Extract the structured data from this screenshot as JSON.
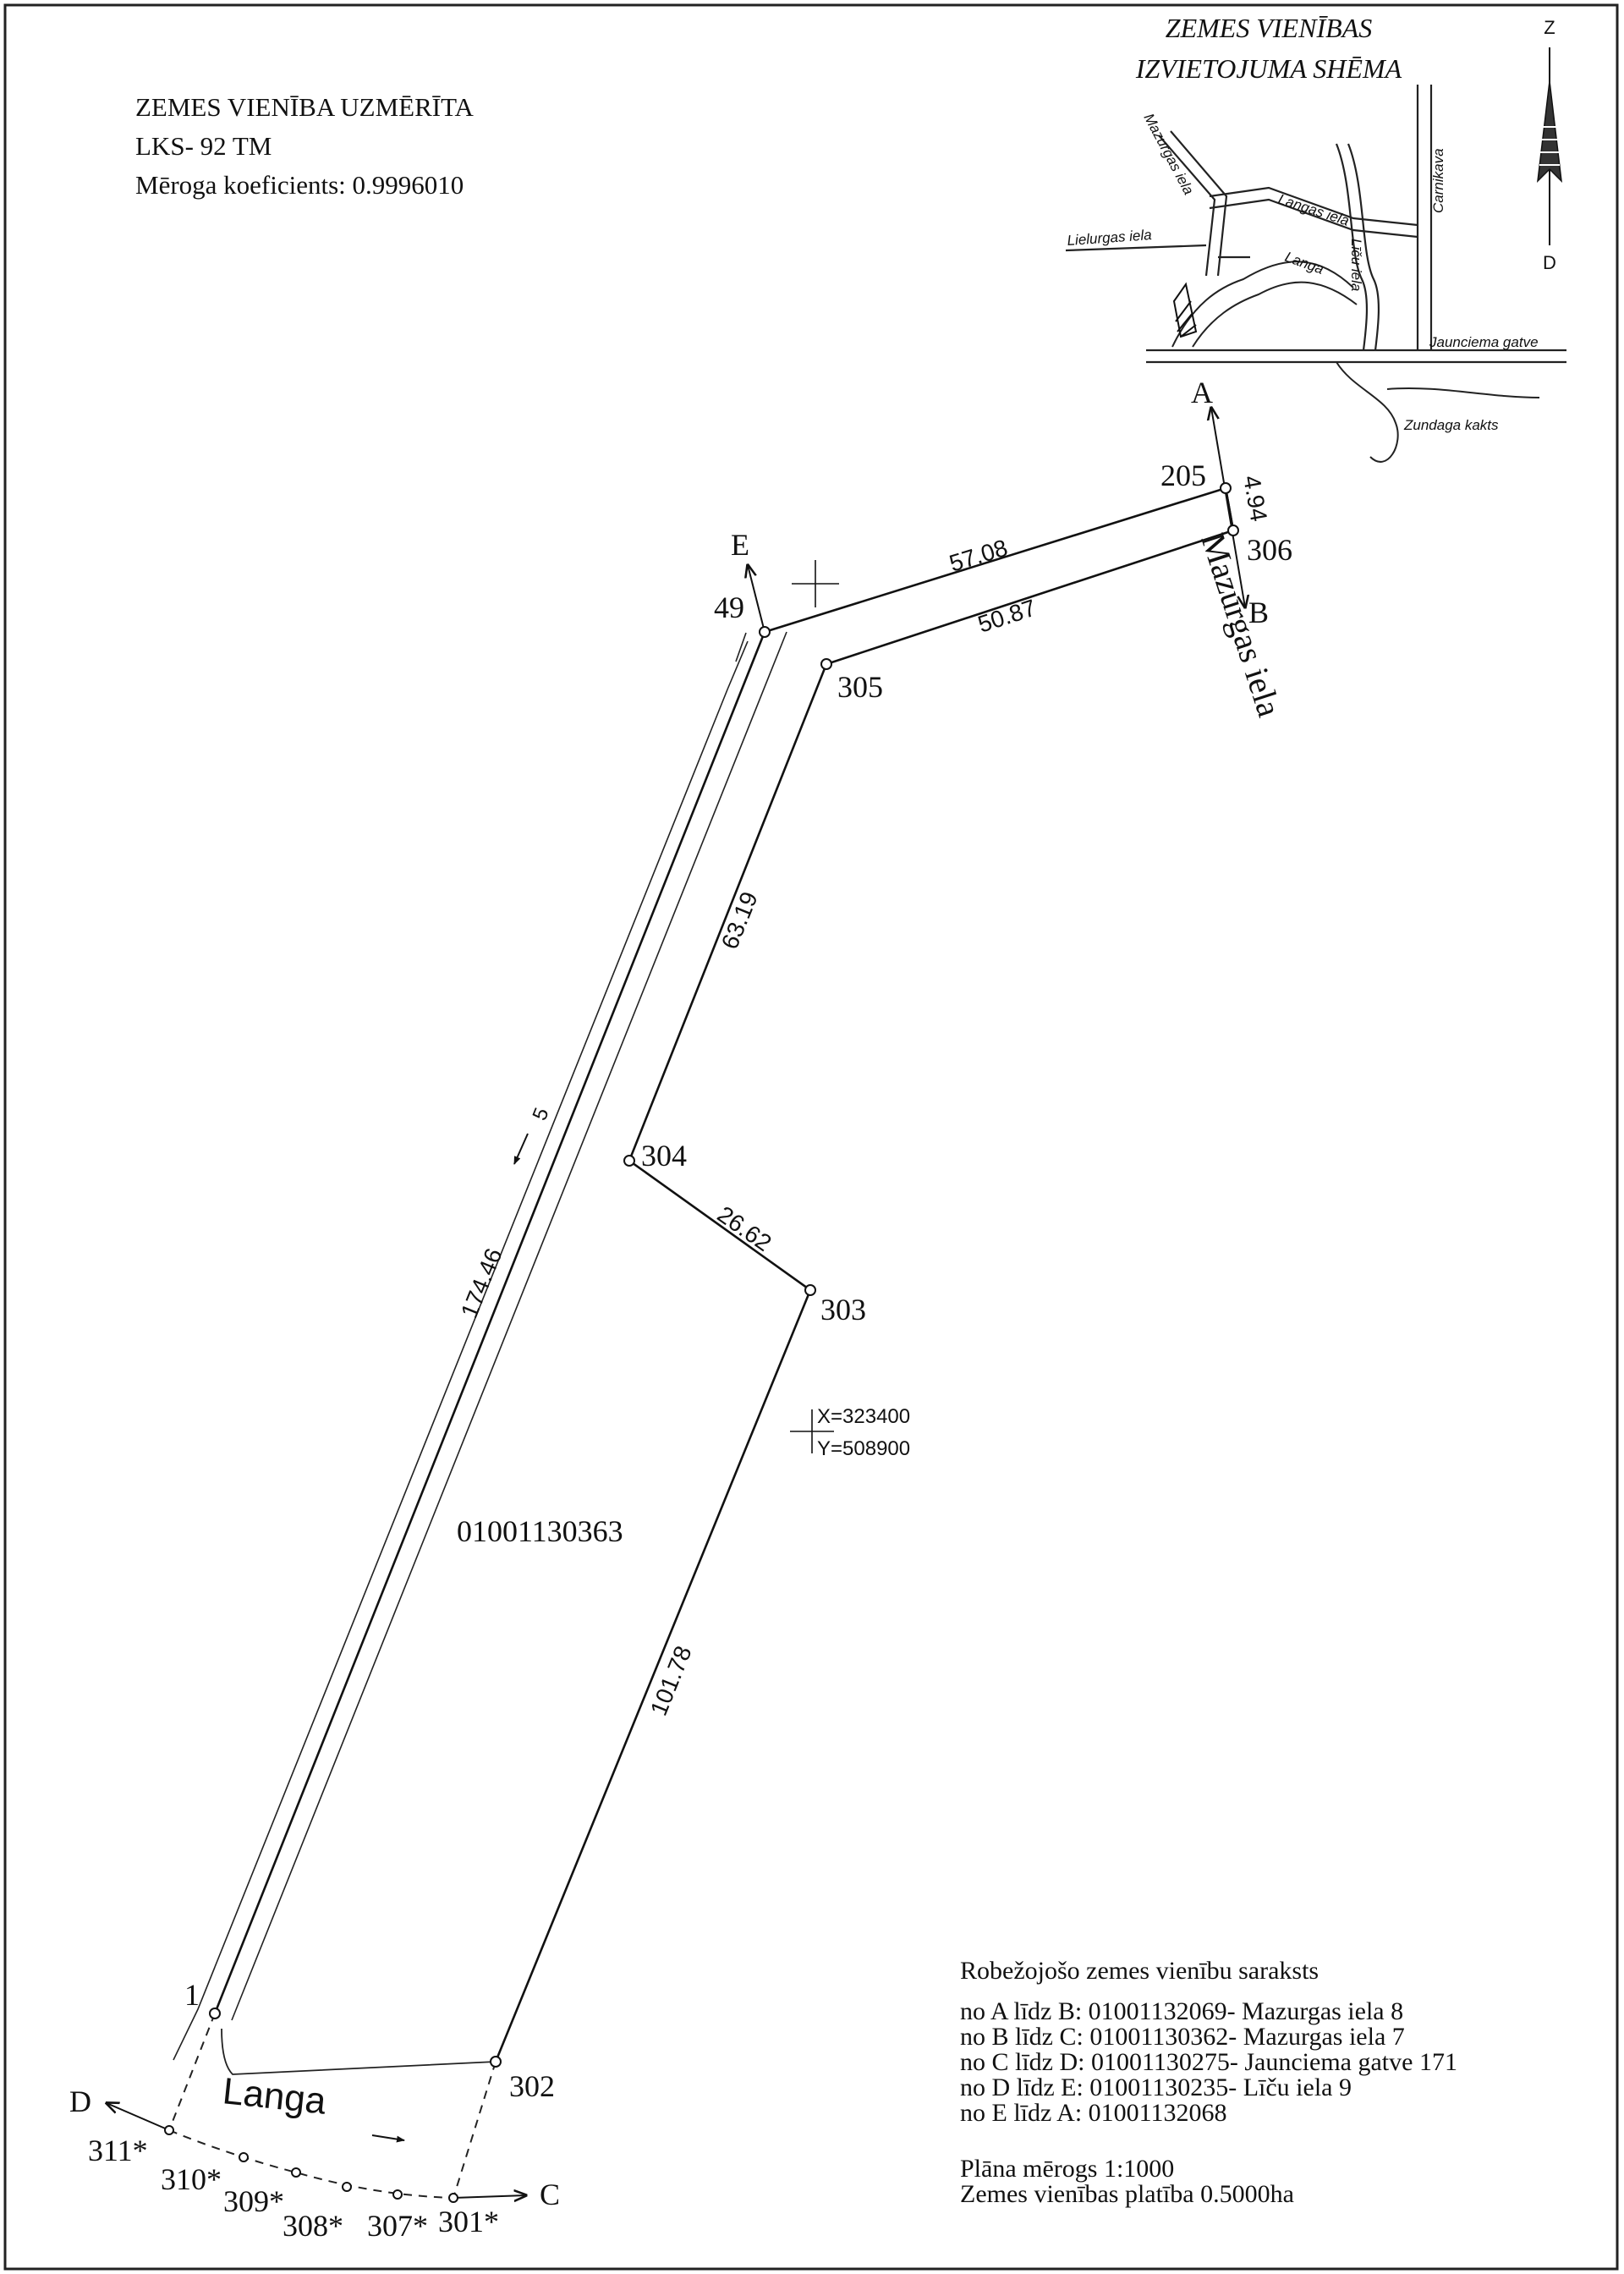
{
  "header": {
    "line1": "ZEMES VIENĪBA UZMĒRĪTA",
    "line2": "LKS- 92 TM",
    "line3": "Mēroga koeficients: 0.9996010"
  },
  "inset": {
    "title_line1": "ZEMES VIENĪBAS",
    "title_line2": "IZVIETOJUMA SHĒMA",
    "streets": {
      "mazurgas": "Mazurgas iela",
      "langas": "Langas iela",
      "lielurgas": "Lielurgas iela",
      "langa": "Langa",
      "licu": "Līču iela",
      "carnikava": "Carnikava",
      "jaunciema": "Jaunciema gatve",
      "zundaga": "Zundaga kakts"
    },
    "compass": {
      "north": "Z",
      "south": "D"
    }
  },
  "plot": {
    "parcel_id": "01001130363",
    "street_label": "Mazurgas iela",
    "river_label": "Langa",
    "flow_label": "5",
    "crosshair": {
      "x": "X=323400",
      "y": "Y=508900"
    },
    "directions": {
      "A": "A",
      "B": "B",
      "C": "C",
      "D": "D",
      "E": "E"
    },
    "points": {
      "p205": "205",
      "p306": "306",
      "p49": "49",
      "p305": "305",
      "p304": "304",
      "p303": "303",
      "p302": "302",
      "p1": "1",
      "p311": "311*",
      "p310": "310*",
      "p309": "309*",
      "p308": "308*",
      "p307": "307*",
      "p301": "301*"
    },
    "distances": {
      "d205_306": "4.94",
      "d49_205": "57.08",
      "d305_306": "50.87",
      "d305_304": "63.19",
      "d304_303": "26.62",
      "d303_302": "101.78",
      "d1_49": "174.46"
    }
  },
  "neighbours": {
    "title": "Robežojošo zemes vienību saraksts",
    "rows": [
      "no A līdz B: 01001132069- Mazurgas iela 8",
      "no B līdz C: 01001130362- Mazurgas iela 7",
      "no C līdz D: 01001130275- Jaunciema gatve 171",
      "no D līdz E: 01001130235- Līču iela 9",
      "no E līdz A: 01001132068"
    ],
    "scale": "Plāna mērogs 1:1000",
    "area": "Zemes vienības platība 0.5000ha"
  }
}
